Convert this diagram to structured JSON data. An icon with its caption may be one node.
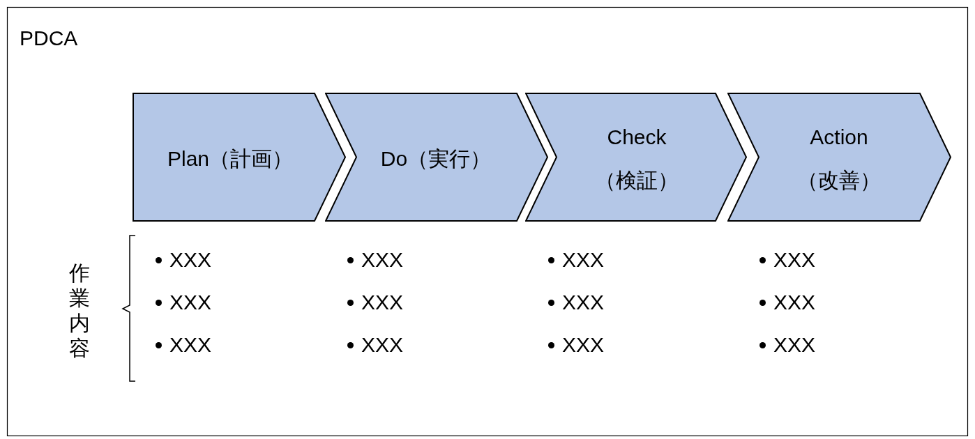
{
  "diagram": {
    "title": "PDCA",
    "nodes": [
      {
        "text": [
          "Plan（計画）"
        ]
      },
      {
        "text": [
          "Do（実行）"
        ]
      },
      {
        "text": [
          "Check （検証）"
        ]
      },
      {
        "text": [
          "Action （改善）"
        ]
      }
    ],
    "labels": [
      "作業内容",
      "XXX",
      "XXX",
      "XXX",
      "XXX",
      "XXX",
      "XXX",
      "XXX",
      "XXX",
      "XXX",
      "XXX",
      "XXX",
      "XXX"
    ]
  }
}
